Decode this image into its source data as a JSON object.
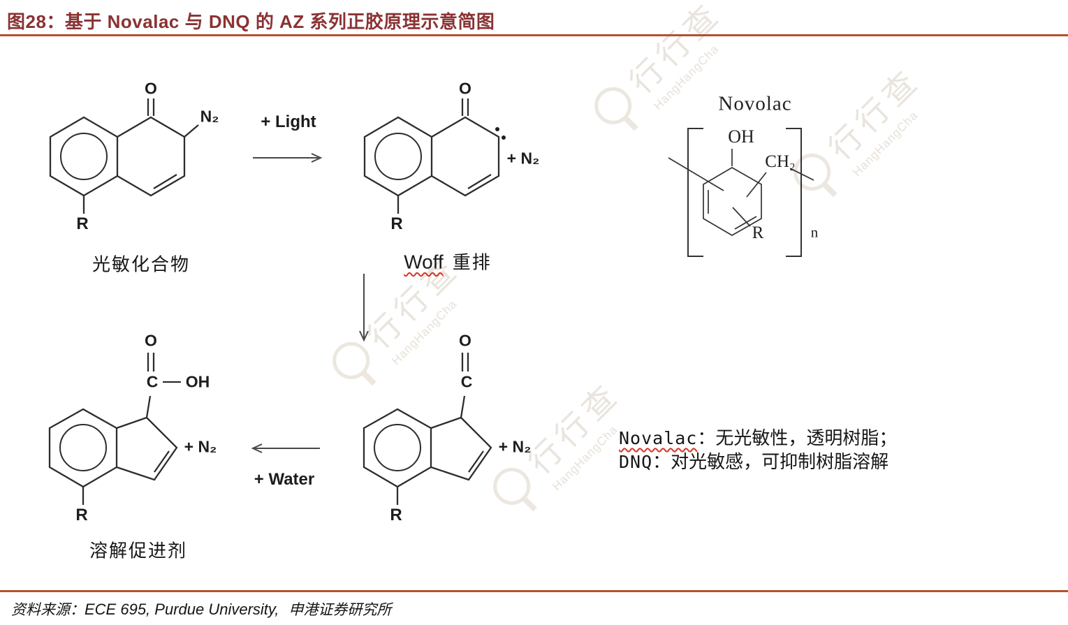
{
  "title": {
    "text": "图28：基于 Novalac 与 DNQ 的 AZ 系列正胶原理示意简图"
  },
  "colors": {
    "title": "#8a3233",
    "rule": "#b4512e",
    "structure": "#2d2d2d",
    "wavy_underline": "#d83426",
    "watermark": "#e9e4dd"
  },
  "reaction": {
    "light_label": "+ Light",
    "water_label": "+ Water"
  },
  "molecules": {
    "dnq": {
      "o": "O",
      "n2": "N₂",
      "r": "R",
      "caption": "光敏化合物"
    },
    "carbene": {
      "o": "O",
      "plus_n2": "+ N₂",
      "r": "R",
      "caption_en": "Woff",
      "caption_cn": "重排"
    },
    "indene_acid": {
      "o": "O",
      "c": "C",
      "oh": "OH",
      "plus_n2": "+ N₂",
      "r": "R",
      "caption": "溶解促进剂"
    },
    "ketene": {
      "o": "O",
      "c": "C",
      "plus_n2": "+ N₂",
      "r": "R"
    },
    "novolac": {
      "title": "Novolac",
      "oh": "OH",
      "ch2": "CH₂",
      "r": "R",
      "n": "n"
    }
  },
  "note": {
    "line1_en": "Novalac",
    "line1_cn": "：无光敏性，透明树脂；",
    "line2_en": "DNQ",
    "line2_cn": "：对光敏感，可抑制树脂溶解"
  },
  "source": {
    "prefix": "资料来源：",
    "english": "ECE 695, Purdue University,",
    "suffix": "申港证券研究所"
  },
  "watermark": {
    "chars": "行行查",
    "latin": "HangHangCha"
  }
}
